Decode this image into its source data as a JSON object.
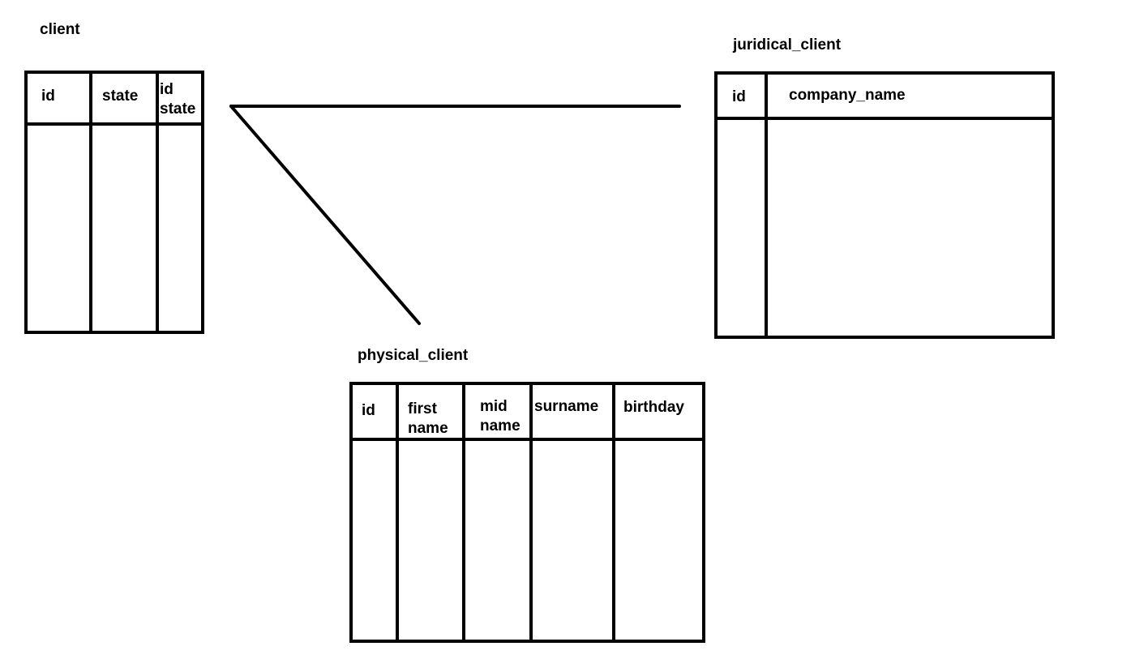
{
  "tables": {
    "client": {
      "name": "client",
      "columns": [
        "id",
        "state",
        "id\nstate"
      ]
    },
    "juridical_client": {
      "name": "juridical_client",
      "columns": [
        "id",
        "company_name"
      ]
    },
    "physical_client": {
      "name": "physical_client",
      "columns": [
        "id",
        "first\nname",
        "mid\nname",
        "surname",
        "birthday"
      ]
    }
  }
}
